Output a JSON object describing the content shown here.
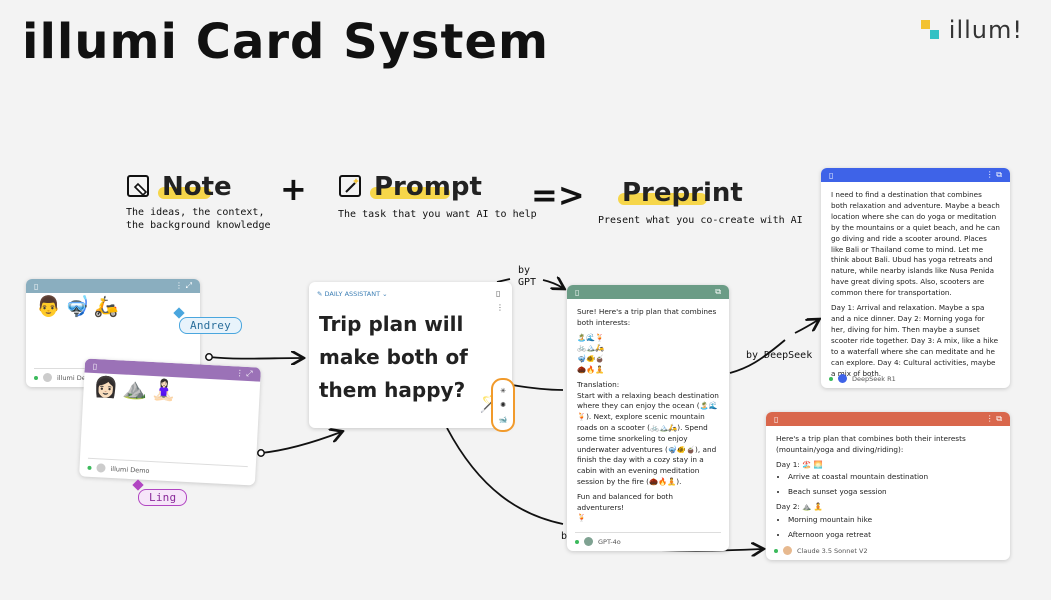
{
  "title": "illumi Card System",
  "logo": {
    "text": "illum!"
  },
  "formula": {
    "note": {
      "word": "Note",
      "desc": "The ideas, the context,\nthe background knowledge",
      "icon": "note-icon"
    },
    "plus": "+",
    "prompt": {
      "word": "Prompt",
      "desc": "The task that you want AI to help",
      "icon": "prompt-icon"
    },
    "arrow": "=>",
    "preprint": {
      "word": "Preprint",
      "desc": "Present what you co-create with AI"
    }
  },
  "note_andrey": {
    "emoji": "👨🤿🛵",
    "tag": "Andrey",
    "author": "illumi Demo",
    "color": "#8aaebf"
  },
  "note_ling": {
    "emoji": "👩🏻⛰️🧘🏻‍♀️",
    "tag": "Ling",
    "author": "illumi Demo",
    "color": "#9b72b7"
  },
  "prompt_card": {
    "assistant_label": "DAILY ASSISTANT ⌄",
    "text": "Trip plan will make both of them happy?",
    "side_icons": [
      "gpt-icon",
      "claude-icon",
      "deepseek-icon"
    ]
  },
  "edges": {
    "gpt": "by\nGPT",
    "deepseek": "by DeepSeek",
    "claude": "b"
  },
  "gpt_card": {
    "color": "#6b9c86",
    "intro": "Sure! Here's a trip plan that combines both interests:",
    "emoji_lines": [
      "🏝️🌊🍹",
      "🚲🏔️🛵",
      "🤿🐠🧉",
      "🌰🔥🧘"
    ],
    "translation_label": "Translation:",
    "translation": "Start with a relaxing beach destination where they can enjoy the ocean (🏝️🌊🍹). Next, explore scenic mountain roads on a scooter (🚲🏔️🛵). Spend some time snorkeling to enjoy underwater adventures (🤿🐠🧉), and finish the day with a cozy stay in a cabin with an evening meditation session by the fire (🌰🔥🧘).",
    "closing": "Fun and balanced for both adventurers!",
    "closing_emoji": "🍹",
    "model": "GPT-4o"
  },
  "deepseek_card": {
    "color": "#3e63e8",
    "para1": "I need to find a destination that combines both relaxation and adventure. Maybe a beach location where she can do yoga or meditation by the mountains or a quiet beach, and he can go diving and ride a scooter around. Places like Bali or Thailand come to mind. Let me think about Bali. Ubud has yoga retreats and nature, while nearby islands like Nusa Penida have great diving spots. Also, scooters are common there for transportation.",
    "para2": "Day 1: Arrival and relaxation. Maybe a spa and a nice dinner. Day 2: Morning yoga for her, diving for him. Then maybe a sunset scooter ride together. Day 3: A mix, like a hike to a waterfall where she can meditate and he can explore. Day 4: Cultural activities, maybe a mix of both.",
    "model": "DeepSeek R1"
  },
  "claude_card": {
    "color": "#d9674c",
    "intro": "Here's a trip plan that combines both their interests (mountain/yoga and diving/riding):",
    "day1": "Day 1: 🏖️ 🌅",
    "day1_items": [
      "Arrive at coastal mountain destination",
      "Beach sunset yoga session"
    ],
    "day2": "Day 2: ⛰️ 🧘",
    "day2_items": [
      "Morning mountain hike",
      "Afternoon yoga retreat"
    ],
    "model": "Claude 3.5 Sonnet V2"
  },
  "colors": {
    "highlight": "#f6d64a",
    "andrey_tag": "#4aa6de",
    "ling_tag": "#b146c2",
    "prompt_ring": "#f19a2b"
  }
}
